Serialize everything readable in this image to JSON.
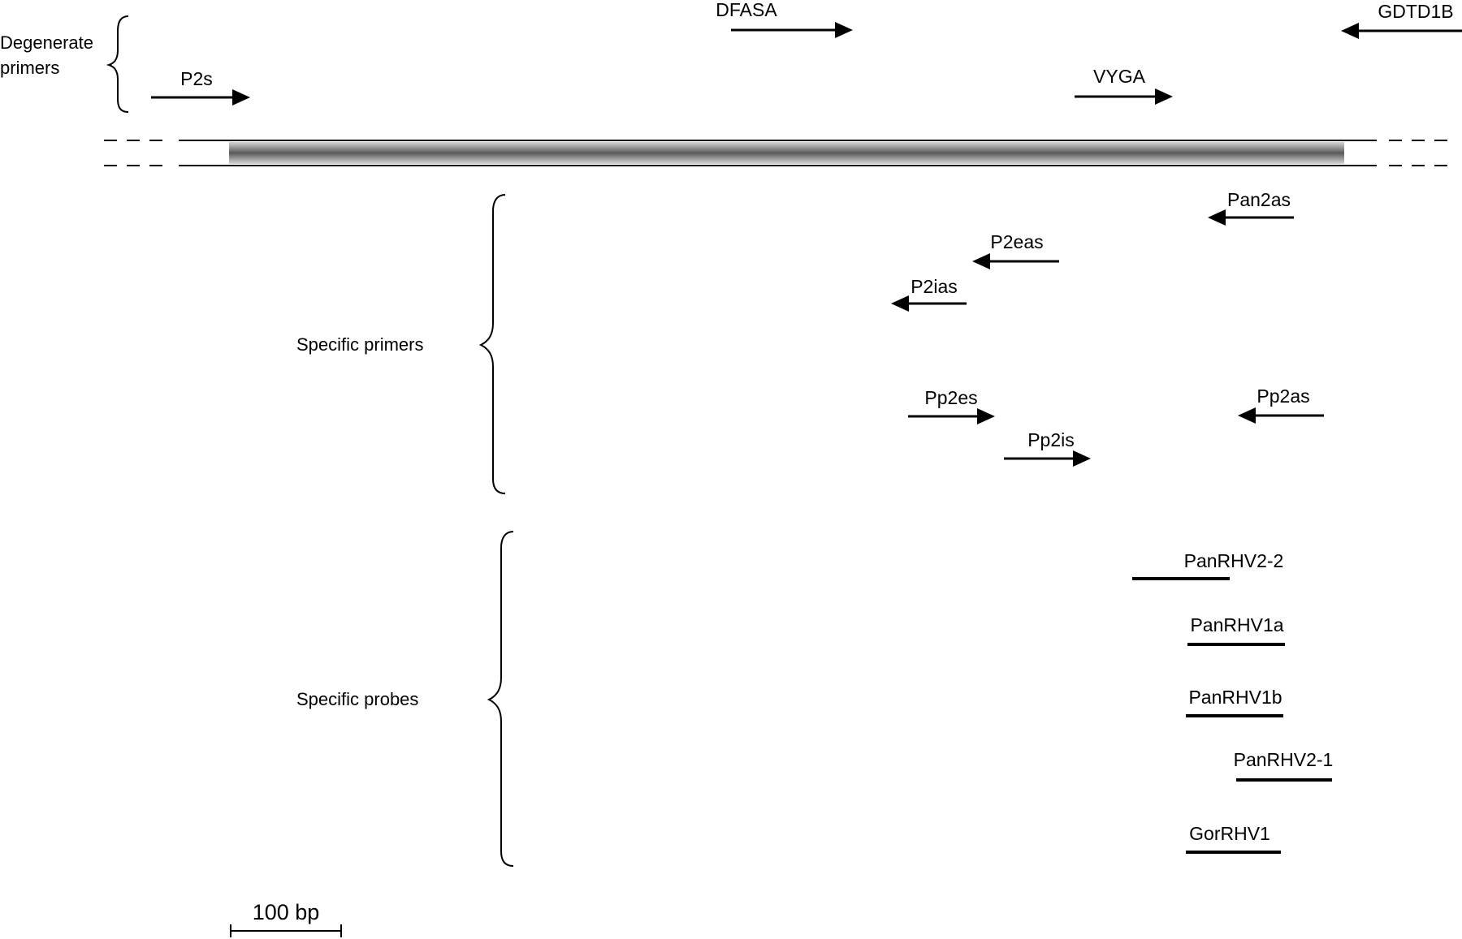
{
  "groups": {
    "degenerate": "Degenerate\nprimers",
    "specific_primers": "Specific primers",
    "specific_probes": "Specific probes"
  },
  "degenerate_primers": [
    {
      "name": "DFASA",
      "direction": "forward"
    },
    {
      "name": "GDTD1B",
      "direction": "reverse"
    },
    {
      "name": "P2s",
      "direction": "forward"
    },
    {
      "name": "VYGA",
      "direction": "forward"
    }
  ],
  "specific_primers": [
    {
      "name": "Pan2as",
      "direction": "reverse"
    },
    {
      "name": "P2eas",
      "direction": "reverse"
    },
    {
      "name": "P2ias",
      "direction": "reverse"
    },
    {
      "name": "Pp2es",
      "direction": "forward"
    },
    {
      "name": "Pp2is",
      "direction": "forward"
    },
    {
      "name": "Pp2as",
      "direction": "reverse"
    }
  ],
  "specific_probes": [
    "PanRHV2-2",
    "PanRHV1a",
    "PanRHV1b",
    "PanRHV2-1",
    "GorRHV1"
  ],
  "scale_bar": {
    "label": "100 bp"
  }
}
